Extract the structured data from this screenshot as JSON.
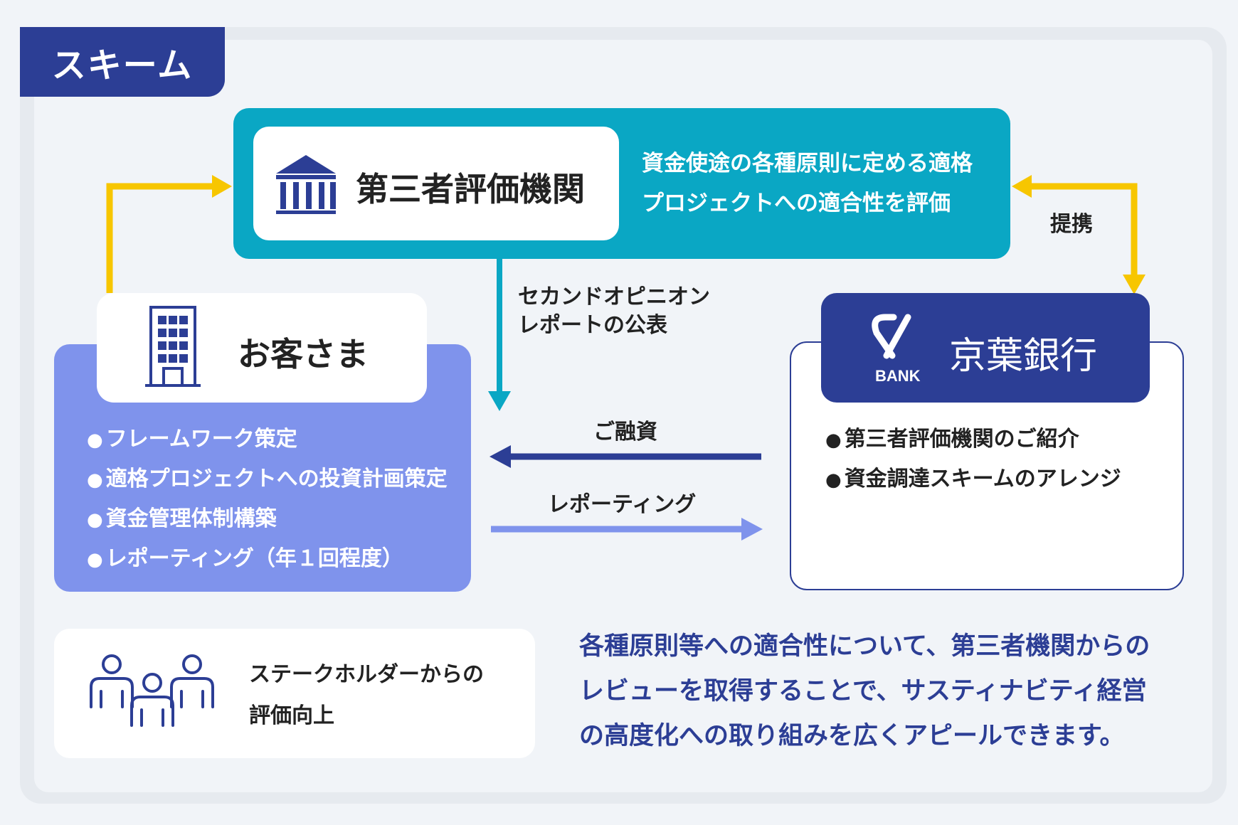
{
  "header": {
    "title": "スキーム"
  },
  "third_party": {
    "title": "第三者評価機関",
    "desc_line1": "資金使途の各種原則に定める適格",
    "desc_line2": "プロジェクトへの適合性を評価",
    "icon": "bank-building-icon"
  },
  "customer": {
    "title": "お客さま",
    "icon": "office-building-icon",
    "items": [
      "フレームワーク策定",
      "適格プロジェクトへの投資計画策定",
      "資金管理体制構築",
      "レポーティング（年１回程度）"
    ]
  },
  "bank": {
    "name": "京葉銀行",
    "logo_text": "BANK",
    "icon": "bank-logo-icon",
    "items": [
      "第三者評価機関のご紹介",
      "資金調達スキームのアレンジ"
    ]
  },
  "arrows": {
    "partnership": "提携",
    "second_opinion_line1": "セカンドオピニオン",
    "second_opinion_line2": "レポートの公表",
    "financing": "ご融資",
    "reporting": "レポーティング"
  },
  "stakeholder": {
    "icon": "people-group-icon",
    "line1": "ステークホルダーからの",
    "line2": "評価向上"
  },
  "summary": {
    "line1": "各種原則等への適合性について、第三者機関からの",
    "line2": "レビューを取得することで、サスティナビティ経営",
    "line3": "の高度化への取り組みを広くアピールできます。"
  },
  "colors": {
    "navy": "#2c3e95",
    "teal": "#0aa7c4",
    "periwinkle": "#7f93ec",
    "yellow": "#f7c600"
  }
}
